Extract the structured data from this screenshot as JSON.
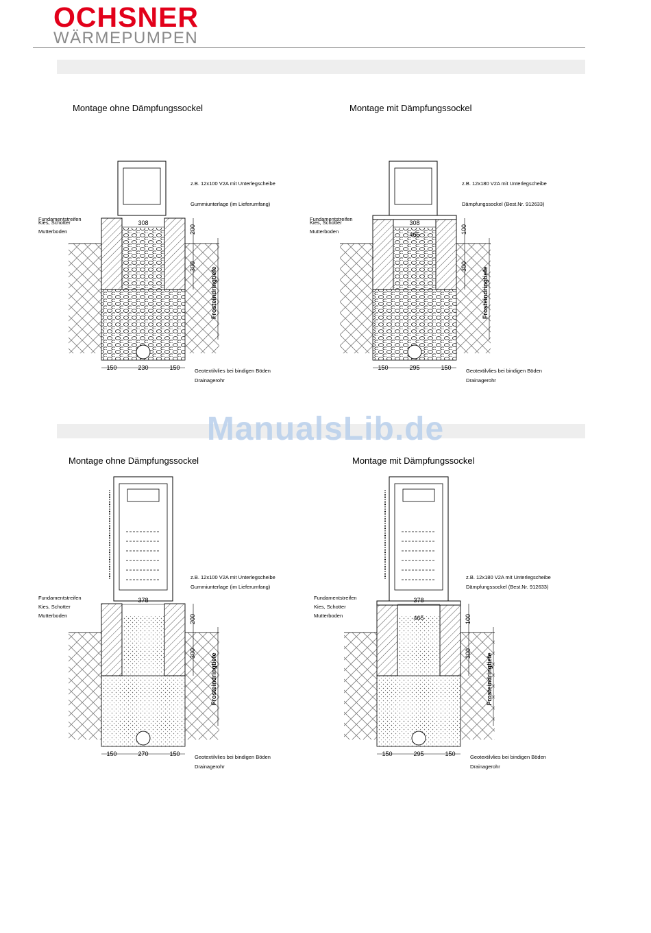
{
  "brand": {
    "name": "OCHSNER",
    "subline": "WÄRMEPUMPEN",
    "name_color": "#e2001a",
    "subline_color": "#8a8a8a"
  },
  "watermark": "ManualsLib.de",
  "diagrams": [
    {
      "title": "Montage ohne Dämpfungssockel",
      "top_width": "308",
      "plate_width": "",
      "depth_upper": "200",
      "depth_lower": "300",
      "vertical_label": "Frosteindringtiefe",
      "bottom_dims": [
        "150",
        "230",
        "150"
      ],
      "callouts_right": [
        "z.B. 12x100 V2A mit Unterlegscheibe",
        "Gummiunterlage (im Lieferumfang)"
      ],
      "callouts_left": [
        "Fundamentstreifen",
        "Kies, Schotter",
        "Mutterboden"
      ],
      "callouts_bottom": [
        "Geotextilvlies bei bindigen Böden",
        "Drainagerohr"
      ]
    },
    {
      "title": "Montage mit Dämpfungssockel",
      "top_width": "308",
      "plate_width": "465",
      "depth_upper": "100",
      "depth_lower": "300",
      "vertical_label": "Frosteindringtiefe",
      "bottom_dims": [
        "150",
        "295",
        "150"
      ],
      "callouts_right": [
        "z.B. 12x180 V2A mit Unterlegscheibe",
        "Dämpfungssockel (Best.Nr. 912633)"
      ],
      "callouts_left": [
        "Fundamentstreifen",
        "Kies, Schotter",
        "Mutterboden"
      ],
      "callouts_bottom": [
        "Geotextilvlies bei bindigen Böden",
        "Drainagerohr"
      ]
    },
    {
      "title": "Montage ohne Dämpfungssockel",
      "top_width": "378",
      "plate_width": "",
      "depth_upper": "200",
      "depth_lower": "300",
      "vertical_label": "Frosteindringtiefe",
      "bottom_dims": [
        "150",
        "270",
        "150"
      ],
      "callouts_right": [
        "z.B. 12x100 V2A mit Unterlegscheibe",
        "Gummiunterlage (im Lieferumfang)"
      ],
      "callouts_left": [
        "Fundamentstreifen",
        "Kies, Schotter",
        "Mutterboden"
      ],
      "callouts_bottom": [
        "Geotextilvlies bei bindigen Böden",
        "Drainagerohr"
      ]
    },
    {
      "title": "Montage mit Dämpfungssockel",
      "top_width": "378",
      "plate_width": "465",
      "depth_upper": "100",
      "depth_lower": "300",
      "vertical_label": "Frosteindringtiefe",
      "bottom_dims": [
        "150",
        "295",
        "150"
      ],
      "callouts_right": [
        "z.B. 12x180 V2A mit Unterlegscheibe",
        "Dämpfungssockel (Best.Nr. 912633)"
      ],
      "callouts_left": [
        "Fundamentstreifen",
        "Kies, Schotter",
        "Mutterboden"
      ],
      "callouts_bottom": [
        "Geotextilvlies bei bindigen Böden",
        "Drainagerohr"
      ]
    }
  ]
}
